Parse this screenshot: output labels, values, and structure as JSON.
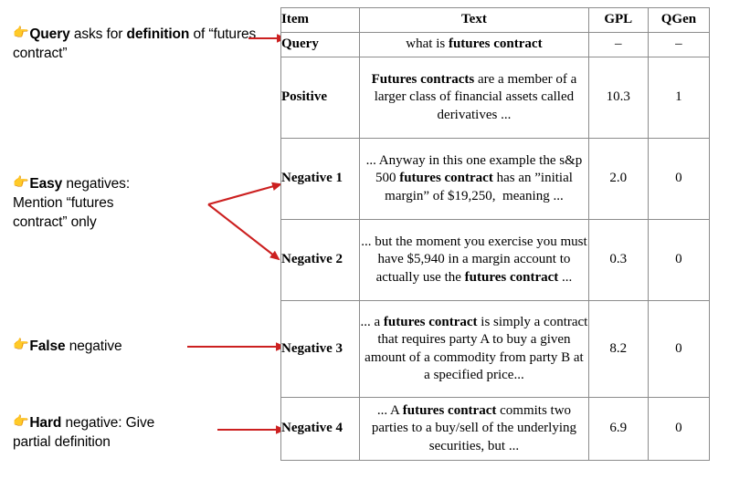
{
  "annotations": [
    {
      "name": "annotation-query",
      "hand_icon": "pointing-hand-icon",
      "html": "<b>Query</b> asks for <b>definition</b> of “futures contract”",
      "plain": "Query asks for definition of “futures contract”"
    },
    {
      "name": "annotation-easy-negatives",
      "hand_icon": "pointing-hand-icon",
      "html": "<b>Easy</b> negatives: Mention “futures contract” only",
      "plain": "Easy negatives: Mention “futures contract” only"
    },
    {
      "name": "annotation-false-negative",
      "hand_icon": "pointing-hand-icon",
      "html": "<b>False</b> negative",
      "plain": "False negative"
    },
    {
      "name": "annotation-hard-negative",
      "hand_icon": "pointing-hand-icon",
      "html": "<b>Hard</b> negative: Give partial definition",
      "plain": "Hard negative: Give partial definition"
    }
  ],
  "table": {
    "headers": [
      "Item",
      "Text",
      "GPL",
      "QGen"
    ],
    "rows": [
      {
        "item": "Query",
        "text_html": "what is <b>futures contract</b>",
        "text_plain": "what is futures contract",
        "gpl": "–",
        "qgen": "–"
      },
      {
        "item": "Positive",
        "text_html": "<b>Futures contracts</b> are a member of a larger class of financial assets called derivatives ...",
        "text_plain": "Futures contracts are a member of a larger class of financial assets called derivatives ...",
        "gpl": "10.3",
        "qgen": "1"
      },
      {
        "item": "Negative 1",
        "text_html": "... Anyway in this one example the s&amp;p 500 <b>futures contract</b> has an ”initial margin” of $19,250,&nbsp; meaning ...",
        "text_plain": "... Anyway in this one example the s&p 500 futures contract has an ”initial margin” of $19,250,  meaning ...",
        "gpl": "2.0",
        "qgen": "0"
      },
      {
        "item": "Negative 2",
        "text_html": "... but the moment you exercise you must have $5,940 in a margin account to actually use the <b>futures contract</b> ...",
        "text_plain": "... but the moment you exercise you must have $5,940 in a margin account to actually use the futures contract ...",
        "gpl": "0.3",
        "qgen": "0"
      },
      {
        "item": "Negative 3",
        "text_html": "... a <b>futures contract</b> is simply a contract that requires party A to buy a given amount of a commodity from party B at a specified price...",
        "text_plain": "... a futures contract is simply a contract that requires party A to buy a given amount of a commodity from party B at a specified price...",
        "gpl": "8.2",
        "qgen": "0"
      },
      {
        "item": "Negative 4",
        "text_html": "... A <b>futures contract</b> commits two parties to a buy/sell of the underlying securities, but ...",
        "text_plain": "... A futures contract commits two parties to a buy/sell of the underlying securities, but ...",
        "gpl": "6.9",
        "qgen": "0"
      }
    ]
  },
  "colors": {
    "arrow": "#cc2020",
    "hand": "#e8a33d",
    "table_border": "#8c8c8c",
    "text": "#000000",
    "background": "#ffffff"
  }
}
